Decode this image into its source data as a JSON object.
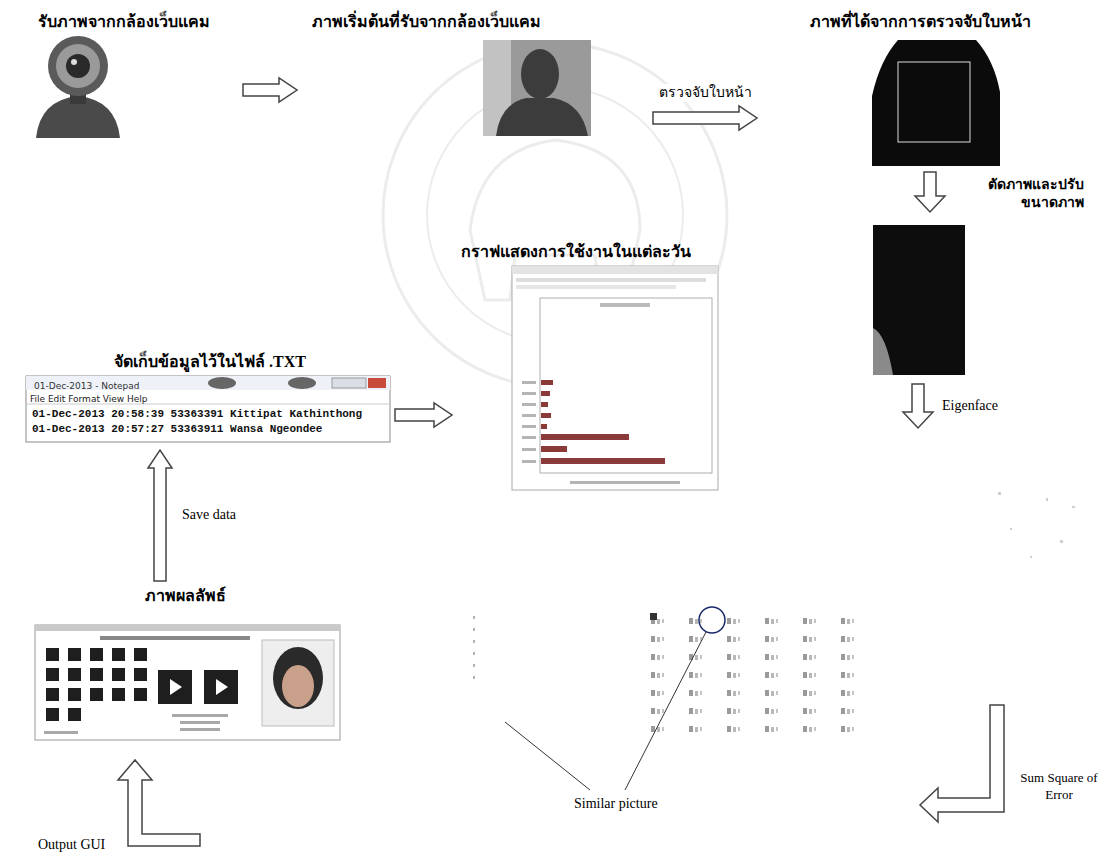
{
  "diagram": {
    "nodes": [
      {
        "text": [
          "รับภาพจากกล้องเว็บแคม"
        ]
      },
      {
        "text": [
          "ภาพเริ่มต้นที่รับจากกล้องเว็บแคม"
        ]
      },
      {
        "text": [
          "ภาพที่ได้จากการตรวจจับใบหน้า"
        ]
      },
      {
        "text": [
          "กราฟแสดงการใช้งานในแต่ละวัน"
        ]
      },
      {
        "text": [
          "จัดเก็บข้อมูลไว้ในไฟล์ .TXT",
          "01-Dec-2013 - Notepad",
          "File Edit Format View Help",
          "01-Dec-2013 20:58:39 53363391 Kittipat Kathinthong",
          "01-Dec-2013 20:57:27 53363911 Wansa Ngeondee"
        ]
      },
      {
        "text": [
          "ภาพผลลัพธ์"
        ]
      }
    ],
    "edges": [
      {
        "from": 0,
        "to": 1,
        "arrow": "to"
      },
      {
        "from": 1,
        "to": 2,
        "label": "ตรวจจับใบหน้า",
        "arrow": "to"
      },
      {
        "from": 4,
        "to": 3,
        "arrow": "to"
      },
      {
        "from": 5,
        "to": 4,
        "label": "Save data",
        "arrow": "to"
      }
    ],
    "labels": [
      "ตัดภาพและปรับขนาดภาพ",
      "Eigenface",
      "Sum Square of Error",
      "Similar picture",
      "Output GUI"
    ]
  }
}
